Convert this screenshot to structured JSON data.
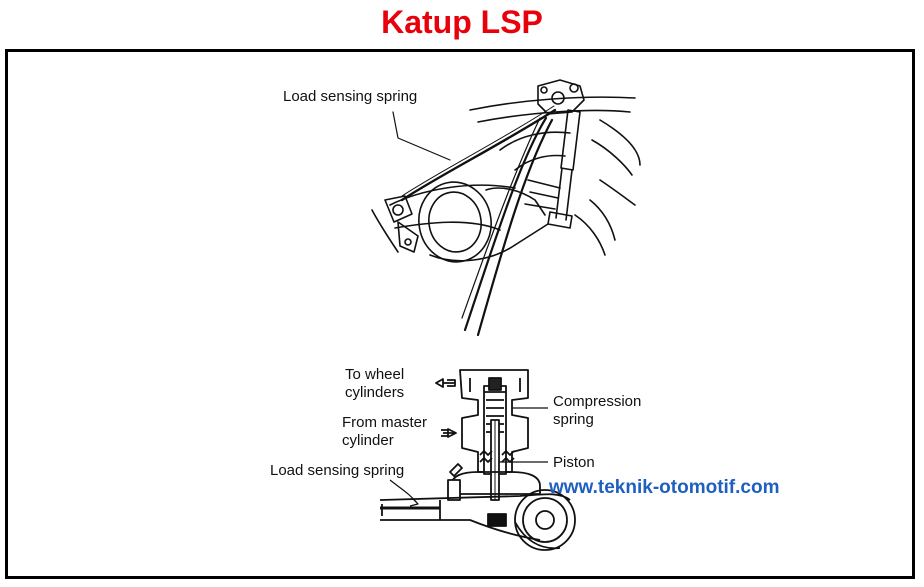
{
  "title": "Katup LSP",
  "labels": {
    "load_sensing_spring_top": "Load sensing spring",
    "to_wheel_cylinders_1": "To wheel",
    "to_wheel_cylinders_2": "cylinders",
    "from_master_cylinder_1": "From master",
    "from_master_cylinder_2": "cylinder",
    "load_sensing_spring_bottom": "Load sensing spring",
    "compression_spring_1": "Compression",
    "compression_spring_2": "spring",
    "piston": "Piston"
  },
  "website": "www.teknik-otomotif.com",
  "colors": {
    "title": "#e8000b",
    "website": "#1f5fbf",
    "frame": "#000000"
  }
}
